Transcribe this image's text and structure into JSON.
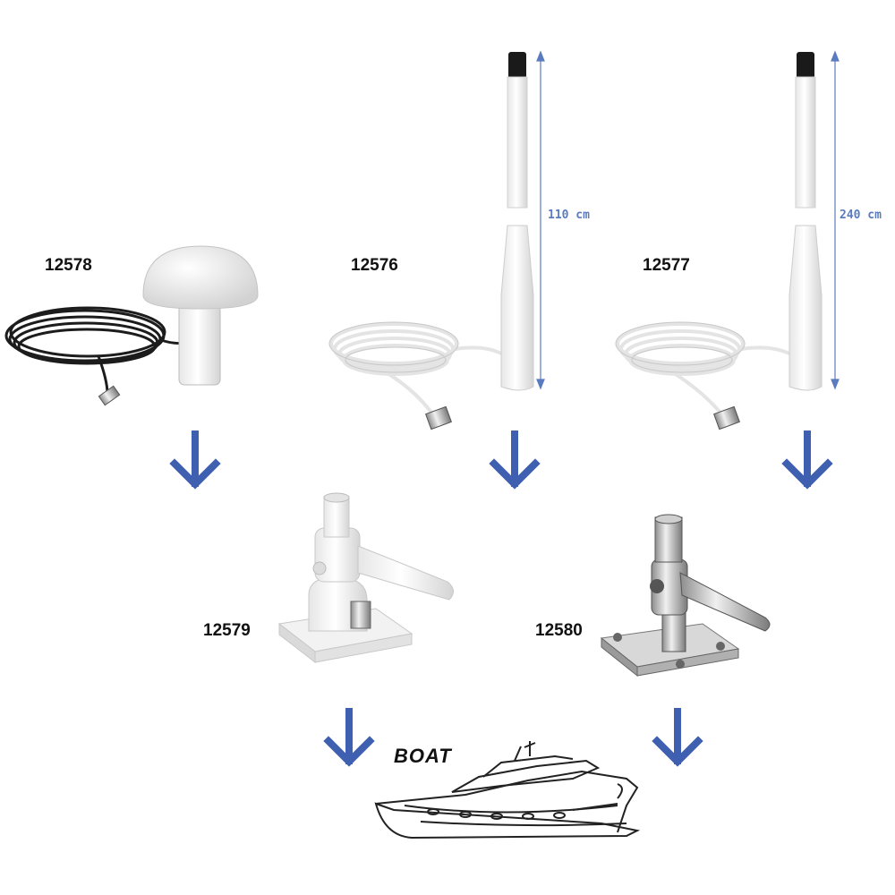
{
  "products": {
    "gps_antenna": {
      "code": "12578"
    },
    "antenna_110": {
      "code": "12576",
      "length": "110 cm"
    },
    "antenna_240": {
      "code": "12577",
      "length": "240 cm"
    },
    "mount_nylon": {
      "code": "12579"
    },
    "mount_steel": {
      "code": "12580"
    }
  },
  "destination": {
    "label": "BOAT"
  },
  "colors": {
    "arrow": "#3f5fb0",
    "dimension": "#5a7bc0",
    "label": "#111111"
  }
}
